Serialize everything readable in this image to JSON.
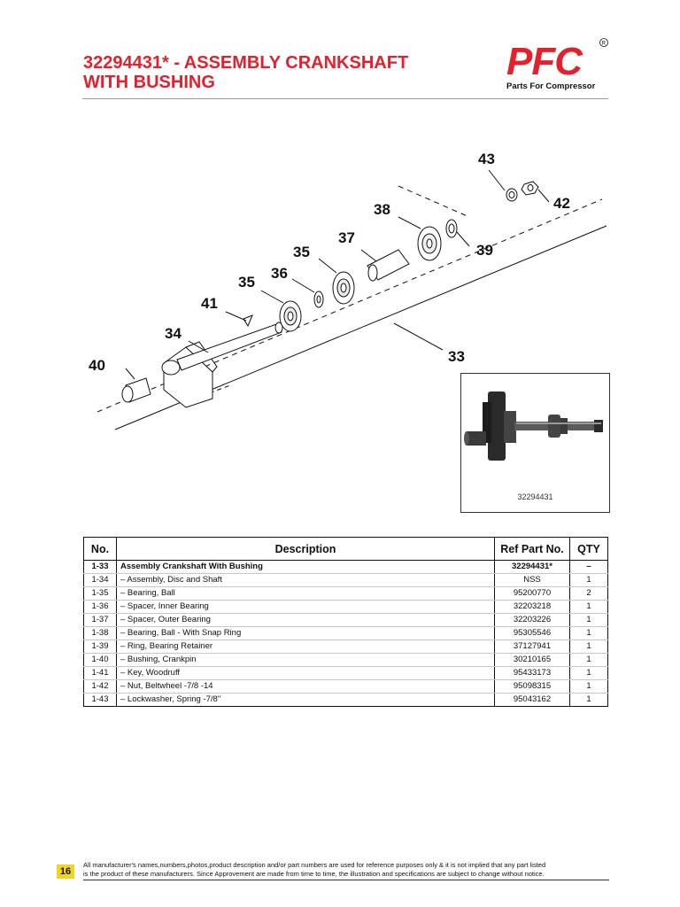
{
  "header": {
    "title_line1": "32294431* - ASSEMBLY CRANKSHAFT",
    "title_line2": "WITH BUSHING",
    "logo_text": "PFC",
    "logo_registered": "®",
    "logo_tagline": "Parts For Compressor",
    "brand_color": "#e3202c"
  },
  "diagram": {
    "callouts": [
      "43",
      "42",
      "38",
      "39",
      "37",
      "35",
      "36",
      "35",
      "41",
      "34",
      "40",
      "33"
    ],
    "photo_label": "32294431"
  },
  "table": {
    "headers": {
      "no": "No.",
      "description": "Description",
      "ref": "Ref Part No.",
      "qty": "QTY"
    },
    "rows": [
      {
        "no": "1-33",
        "description": "Assembly Crankshaft With Bushing",
        "ref": "32294431*",
        "qty": "–"
      },
      {
        "no": "1-34",
        "description": "– Assembly, Disc and Shaft",
        "ref": "NSS",
        "qty": "1"
      },
      {
        "no": "1-35",
        "description": "– Bearing, Ball",
        "ref": "95200770",
        "qty": "2"
      },
      {
        "no": "1-36",
        "description": "– Spacer, Inner Bearing",
        "ref": "32203218",
        "qty": "1"
      },
      {
        "no": "1-37",
        "description": "– Spacer, Outer Bearing",
        "ref": "32203226",
        "qty": "1"
      },
      {
        "no": "1-38",
        "description": "– Bearing, Ball - With Snap Ring",
        "ref": "95305546",
        "qty": "1"
      },
      {
        "no": "1-39",
        "description": "– Ring, Bearing Retainer",
        "ref": "37127941",
        "qty": "1"
      },
      {
        "no": "1-40",
        "description": "– Bushing, Crankpin",
        "ref": "30210165",
        "qty": "1"
      },
      {
        "no": "1-41",
        "description": "– Key, Woodruff",
        "ref": "95433173",
        "qty": "1"
      },
      {
        "no": "1-42",
        "description": "– Nut, Beltwheel -7/8 -14",
        "ref": "95098315",
        "qty": "1"
      },
      {
        "no": "1-43",
        "description": "– Lockwasher, Spring -7/8\"",
        "ref": "95043162",
        "qty": "1"
      }
    ]
  },
  "footer": {
    "page_number": "16",
    "line1": "All manufacturer's names,numbers,photos,product description and/or part numbers are used for reference purposes only & it is not implied that any part listed",
    "line2": "is the product of these manufacturers.  Since Approvement are made from time to time,  the illustration and specifications are subject to change without notice."
  }
}
